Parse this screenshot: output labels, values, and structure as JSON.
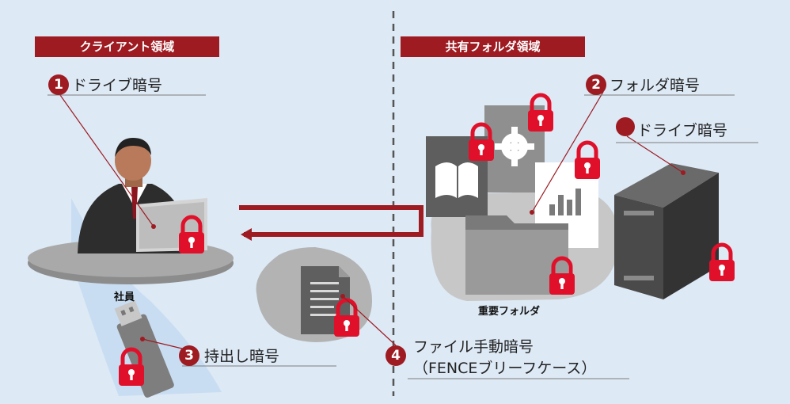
{
  "regions": {
    "client": "クライアント領域",
    "shared": "共有フォルダ領域"
  },
  "callouts": {
    "c1": {
      "num": "1",
      "label": "ドライブ暗号"
    },
    "c2": {
      "num": "2",
      "label": "フォルダ暗号"
    },
    "c2b": {
      "label": "ドライブ暗号"
    },
    "c3": {
      "num": "3",
      "label": "持出し暗号"
    },
    "c4": {
      "num": "4",
      "label": "ファイル手動暗号",
      "sub": "（FENCEブリーフケース）"
    }
  },
  "labels": {
    "employee": "社員",
    "important_folder": "重要フォルダ"
  },
  "colors": {
    "accent": "#9e1b22",
    "lock": "#e0102a",
    "background": "#dde9f5"
  }
}
